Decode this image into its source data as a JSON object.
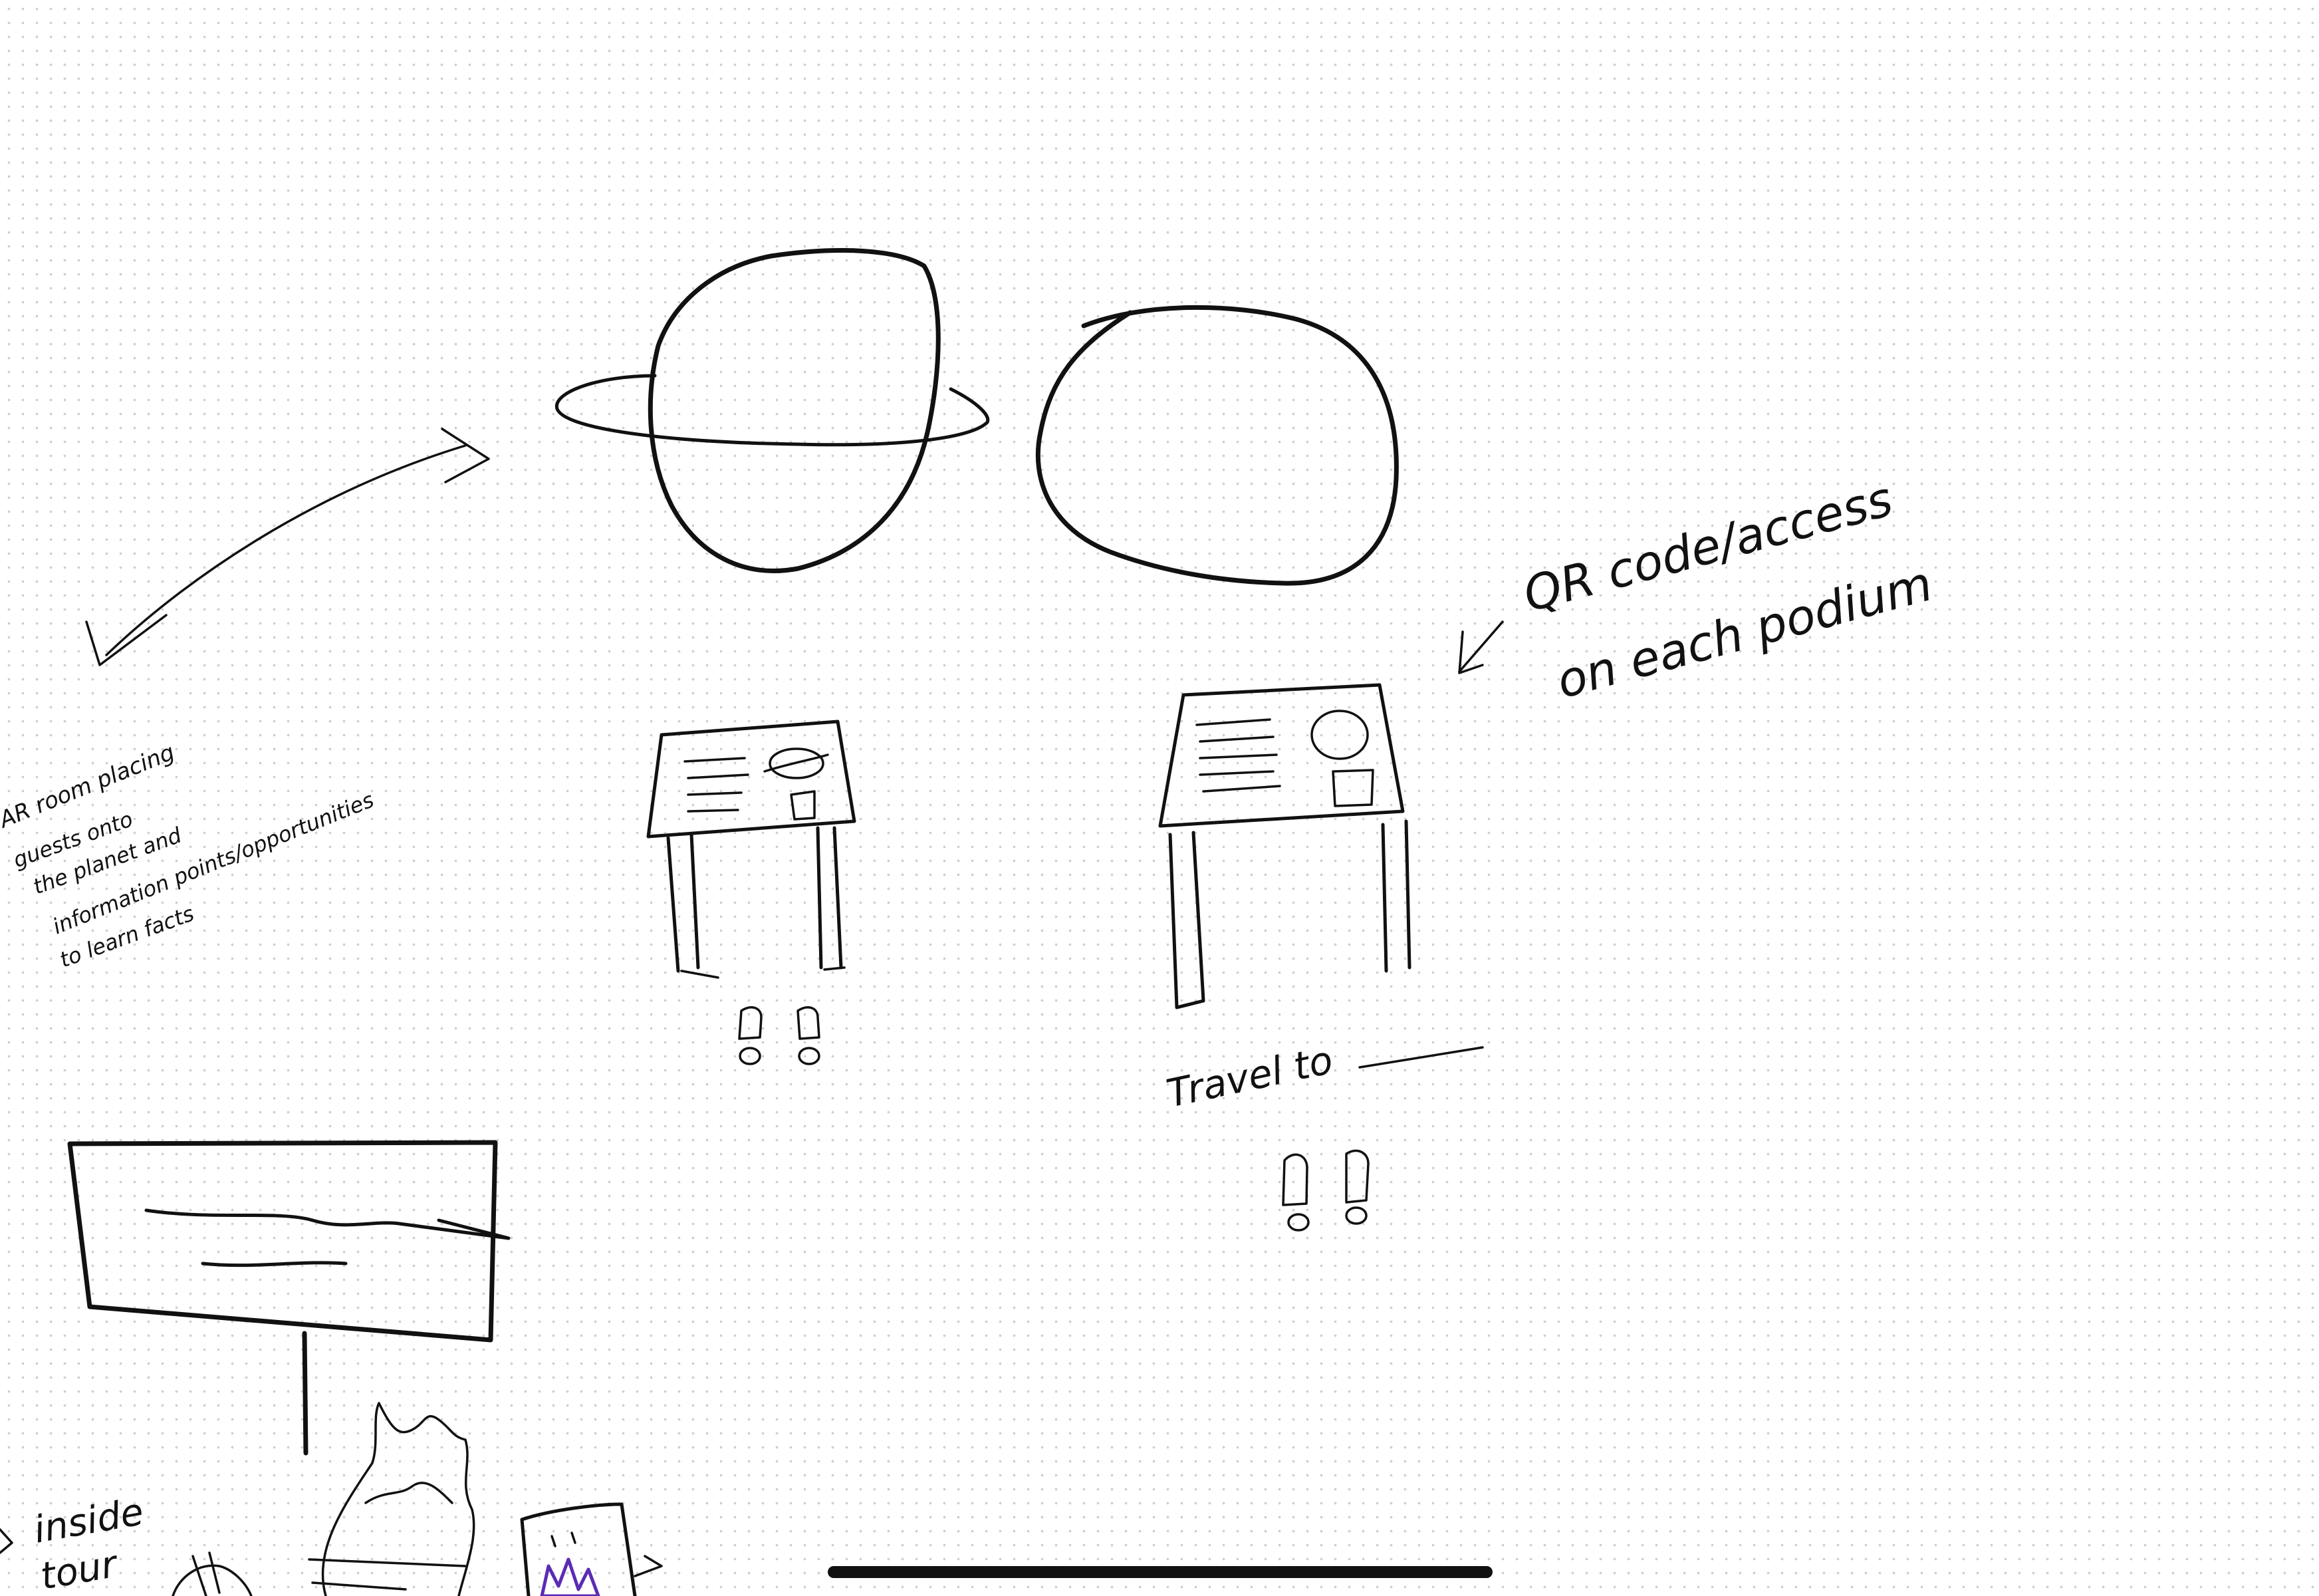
{
  "canvas": {
    "background": "#ffffff",
    "ink_color": "#111111",
    "accent_ink": "#5b2bb5"
  },
  "notes": {
    "ar_room": [
      "AR room placing",
      "guests onto",
      "the planet and",
      "information points/opportunities",
      "to learn facts"
    ],
    "qr_line1": "QR code/access",
    "qr_line2": "on each podium",
    "travel": "Travel to",
    "inside_tour_line1": "inside",
    "inside_tour_line2": "tour"
  },
  "icons": {
    "planet_ringed": "saturn-sketch",
    "planet_plain": "planet-sketch",
    "footprints": "footprints-icon",
    "home_indicator": "home-indicator"
  }
}
